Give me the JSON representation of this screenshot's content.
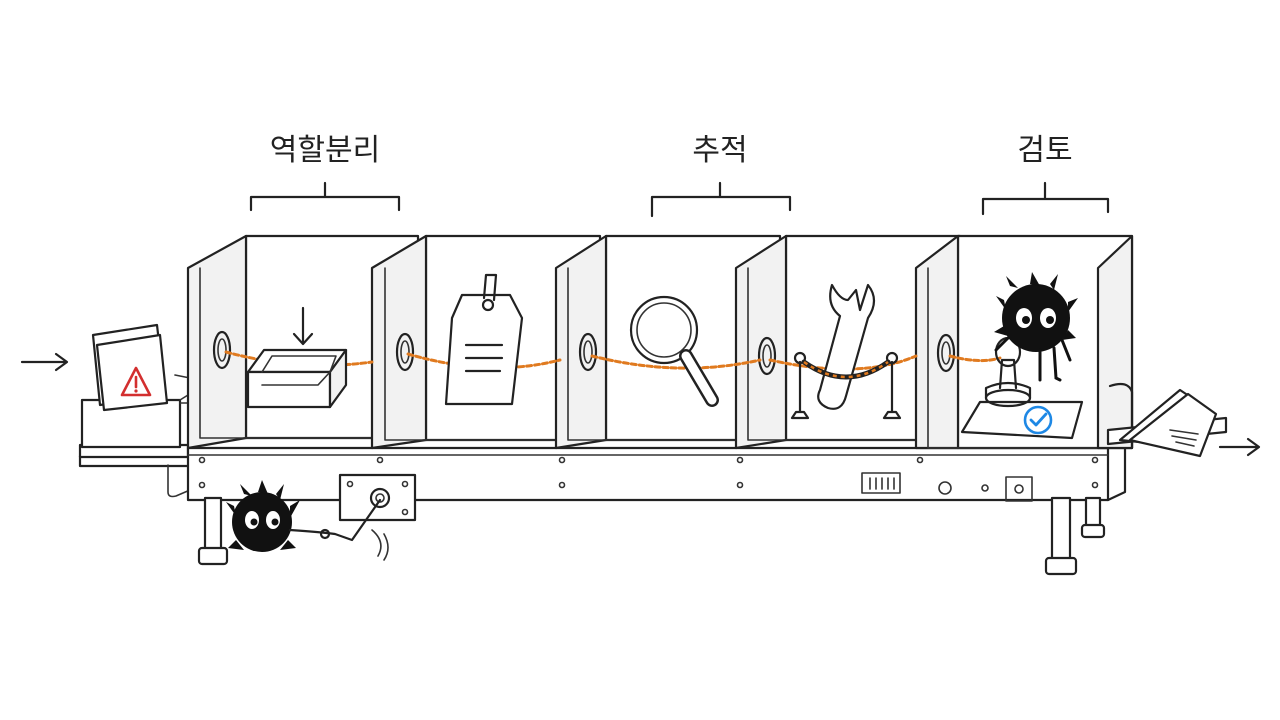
{
  "labels": {
    "separation": "역할분리",
    "tracking": "추적",
    "review": "검토"
  },
  "colors": {
    "ink": "#222222",
    "wire": "#e07a1f",
    "warning": "#d32f2f",
    "check": "#1e88e5",
    "soot": "#111111"
  },
  "icons": {
    "station1": "inbox-tray-icon",
    "station2": "tag-icon",
    "station3": "magnifier-icon",
    "station4": "wrench-icon",
    "station5": "stamp-icon",
    "input": "warning-icon",
    "output": "paper-stack-icon"
  }
}
